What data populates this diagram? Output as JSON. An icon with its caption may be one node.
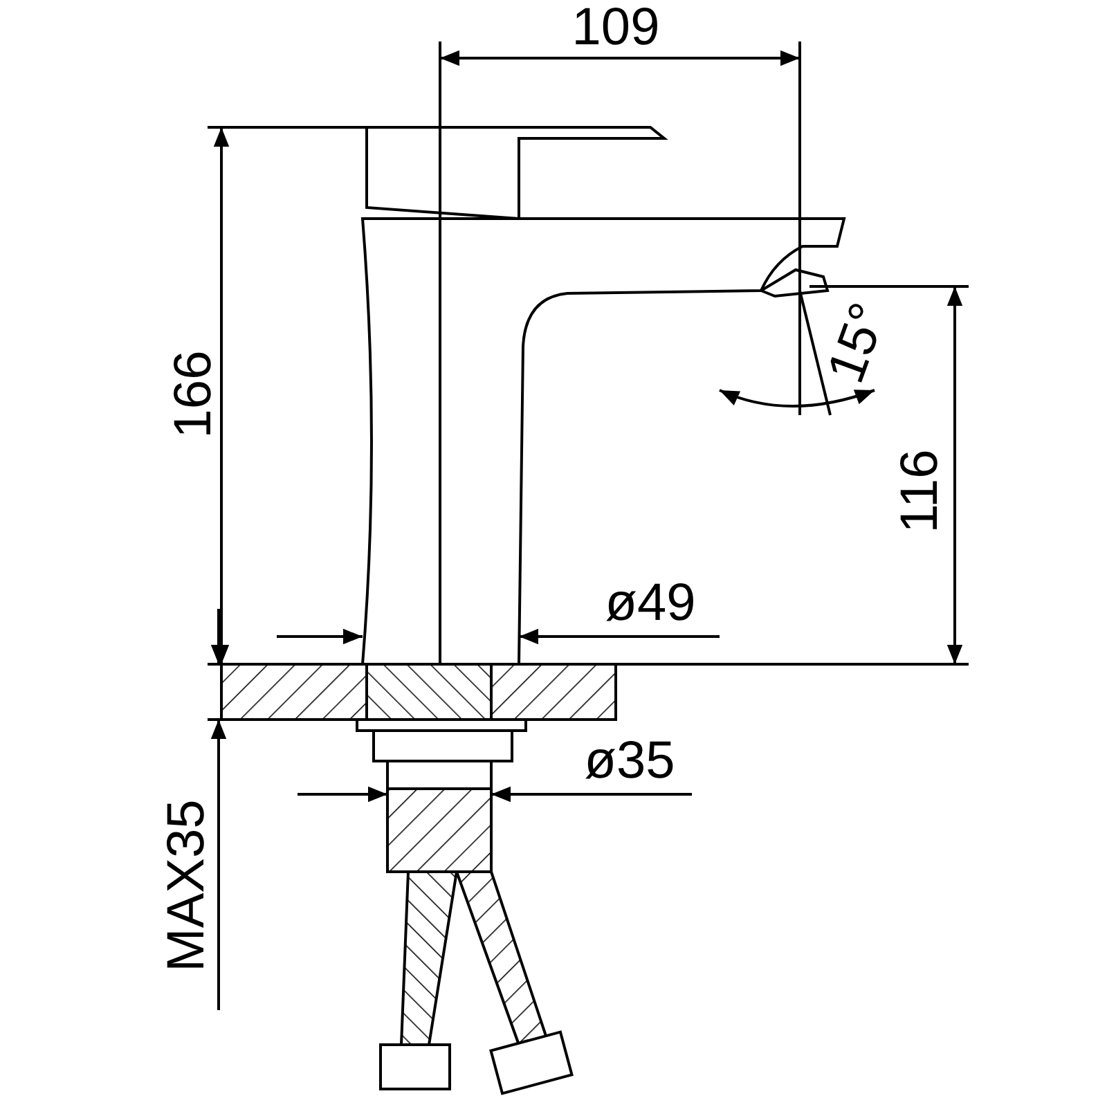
{
  "diagram": {
    "labels": [
      "109",
      "166",
      "15°",
      "116",
      "ø49",
      "ø35",
      "MAX35"
    ]
  }
}
